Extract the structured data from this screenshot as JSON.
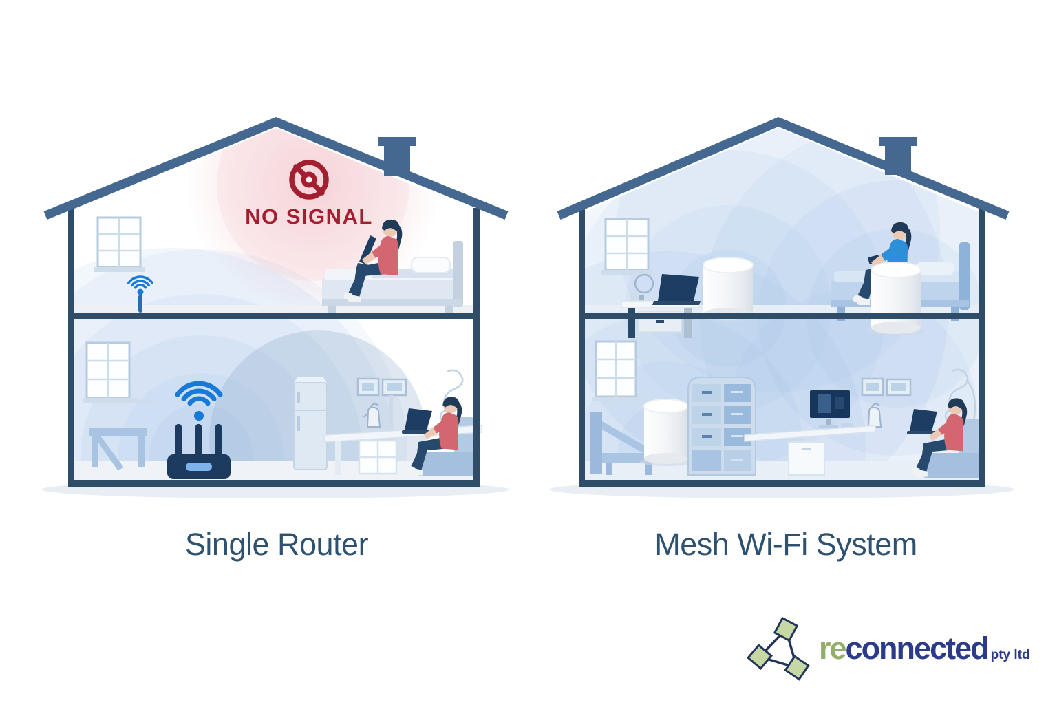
{
  "diagram": {
    "background": "#ffffff",
    "left_house": {
      "caption": "Single Router",
      "status_label": "NO SIGNAL",
      "status_color": "#a31f30",
      "device": "single-wifi-router",
      "upper_floor_items": [
        "window",
        "weak-wifi-icon",
        "no-signal-icon",
        "woman-on-bed-with-laptop",
        "bed"
      ],
      "lower_floor_items": [
        "window",
        "side-table",
        "wifi-router-with-signal-waves",
        "fridge",
        "wall-frames",
        "shelf-cubby",
        "desk",
        "person-at-desk-with-laptop",
        "armchair"
      ]
    },
    "right_house": {
      "caption": "Mesh Wi-Fi System",
      "device": "mesh-wifi-nodes",
      "mesh_node_count": 3,
      "upper_floor_items": [
        "window",
        "tv-stand-with-laptop",
        "mesh-node",
        "woman-on-bed-with-phone",
        "bed",
        "mesh-node"
      ],
      "lower_floor_items": [
        "window",
        "bench-bed",
        "mesh-node",
        "drawer-chest",
        "desk-with-monitor",
        "wall-frames",
        "person-at-desk-with-laptop",
        "armchair"
      ]
    },
    "colors": {
      "roof_blue": "#44688f",
      "wall_outline": "#2f4d68",
      "wifi_blue": "#1779d8",
      "router_navy": "#1d3a5f",
      "coverage_blue": "#9dbfe8",
      "alert_red": "#a31f30",
      "caption_text": "#2f5170",
      "furniture_blue": "#a9c4e2",
      "mesh_node_white": "#fdfdfe"
    }
  },
  "logo": {
    "word_green": "re",
    "word_navy": "connected",
    "suffix": "pty ltd",
    "green_hex": "#93ad6a",
    "navy_hex": "#2c3a8a",
    "icon": "network-triangle-icon"
  }
}
